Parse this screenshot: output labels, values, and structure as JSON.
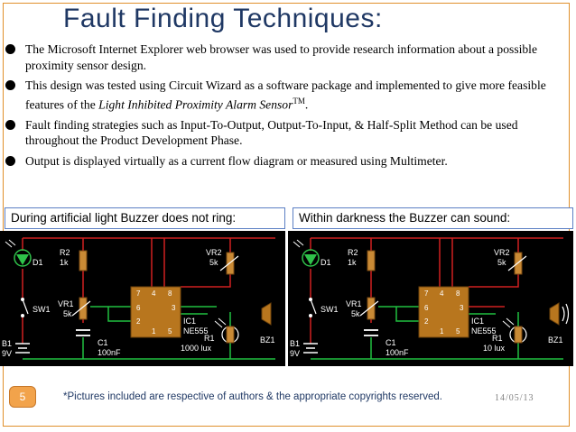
{
  "slide": {
    "title": "Fault Finding Techniques:",
    "bullets": [
      {
        "text": "The Microsoft Internet Explorer web browser was used to provide research information about a possible proximity sensor design."
      },
      {
        "text_before": "This design was tested using Circuit Wizard as a software package and implemented to give more feasible features of the ",
        "italic": "Light Inhibited Proximity Alarm Sensor",
        "sup": "TM",
        "text_after": "."
      },
      {
        "text": "Fault finding strategies such as Input-To-Output, Output-To-Input, & Half-Split Method can be used throughout the Product Development Phase."
      },
      {
        "text": "Output is displayed virtually as a current flow diagram or measured using Multimeter."
      }
    ]
  },
  "captions": {
    "left": "During artificial light Buzzer does not ring:",
    "right": "Within darkness the Buzzer can sound:"
  },
  "circuit_left": {
    "d1": "D1",
    "r2": "R2",
    "r2_val": "1k",
    "vr2": "VR2",
    "vr2_val": "5k",
    "vr1": "VR1",
    "vr1_val": "5k",
    "sw1": "SW1",
    "ic1": "IC1",
    "ic1_val": "NE555",
    "b1": "B1",
    "b1_val": "9V",
    "c1": "C1",
    "c1_val": "100nF",
    "r1": "R1",
    "r1_val": "1000 lux",
    "bz1": "BZ1",
    "pins": {
      "p7": "7",
      "p4": "4",
      "p8": "8",
      "p6": "6",
      "p2": "2",
      "p3": "3",
      "p1": "1",
      "p5": "5"
    }
  },
  "circuit_right": {
    "d1": "D1",
    "r2": "R2",
    "r2_val": "1k",
    "vr2": "VR2",
    "vr2_val": "5k",
    "vr1": "VR1",
    "vr1_val": "5k",
    "sw1": "SW1",
    "ic1": "IC1",
    "ic1_val": "NE555",
    "b1": "B1",
    "b1_val": "9V",
    "c1": "C1",
    "c1_val": "100nF",
    "r1": "R1",
    "r1_val": "10 lux",
    "bz1": "BZ1",
    "pins": {
      "p7": "7",
      "p4": "4",
      "p8": "8",
      "p6": "6",
      "p2": "2",
      "p3": "3",
      "p1": "1",
      "p5": "5"
    }
  },
  "footer": {
    "page_number": "5",
    "note": "*Pictures included are respective of authors & the appropriate copyrights reserved.",
    "date": "14/05/13"
  },
  "colors": {
    "title": "#1f3864",
    "accent": "#f2a34b",
    "caption_border": "#5b7fc4",
    "circuit_bg": "#000000",
    "wire_red": "#d02020",
    "wire_green": "#20c040",
    "ic_body": "#b8761e",
    "resistor": "#c98a35",
    "led": "#2fc24a"
  }
}
